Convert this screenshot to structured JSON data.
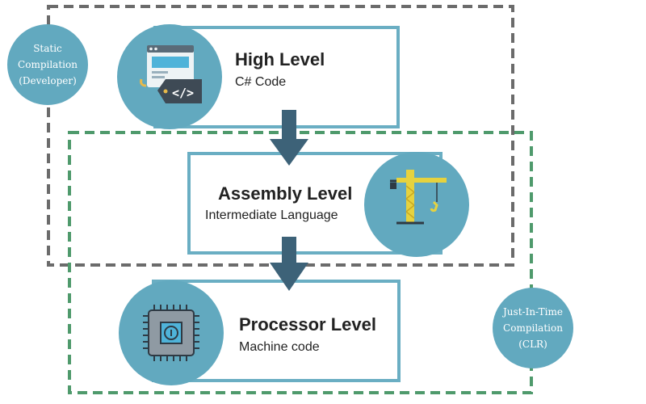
{
  "static_compilation": {
    "line1": "Static",
    "line2": "Compilation",
    "line3": "(Developer)"
  },
  "jit_compilation": {
    "line1": "Just-In-Time",
    "line2": "Compilation",
    "line3": "(CLR)"
  },
  "levels": [
    {
      "title": "High Level",
      "subtitle": "C# Code",
      "icon": "code-window-icon"
    },
    {
      "title": "Assembly Level",
      "subtitle": "Intermediate Language",
      "icon": "crane-icon"
    },
    {
      "title": "Processor Level",
      "subtitle": "Machine code",
      "icon": "processor-chip-icon"
    }
  ],
  "colors": {
    "accent": "#6aaec3",
    "circle": "#62a9bf",
    "arrow": "#3d6278",
    "static_border": "#6b6b6b",
    "jit_border": "#4f9a6c"
  }
}
